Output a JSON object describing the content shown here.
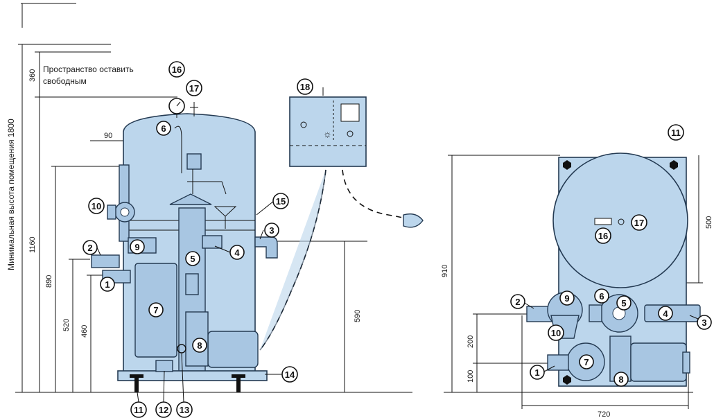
{
  "left_view": {
    "height_label": "Минимальная высота помещения 1800",
    "clearance_value": "360",
    "clearance_text_line1": "Пространство оставить",
    "clearance_text_line2": "свободным",
    "dimensions": {
      "d1160": "1160",
      "d890": "890",
      "d520": "520",
      "d460": "460",
      "d90": "90",
      "d590": "590"
    },
    "callouts": {
      "c1": "1",
      "c2": "2",
      "c3": "3",
      "c4": "4",
      "c5": "5",
      "c6": "6",
      "c7": "7",
      "c8": "8",
      "c9": "9",
      "c10": "10",
      "c11": "11",
      "c12": "12",
      "c13": "13",
      "c14": "14",
      "c15": "15",
      "c16": "16",
      "c17": "17",
      "c18": "18"
    }
  },
  "right_view": {
    "dimensions": {
      "d910": "910",
      "d500": "500",
      "d200": "200",
      "d100": "100",
      "d720": "720"
    },
    "callouts": {
      "c1": "1",
      "c2": "2",
      "c3": "3",
      "c4": "4",
      "c5": "5",
      "c6": "6",
      "c7": "7",
      "c8": "8",
      "c9": "9",
      "c10": "10",
      "c11": "11",
      "c16": "16",
      "c17": "17"
    }
  },
  "colors": {
    "body": "#bcd6ec",
    "outline": "#243a52",
    "text": "#111111"
  }
}
